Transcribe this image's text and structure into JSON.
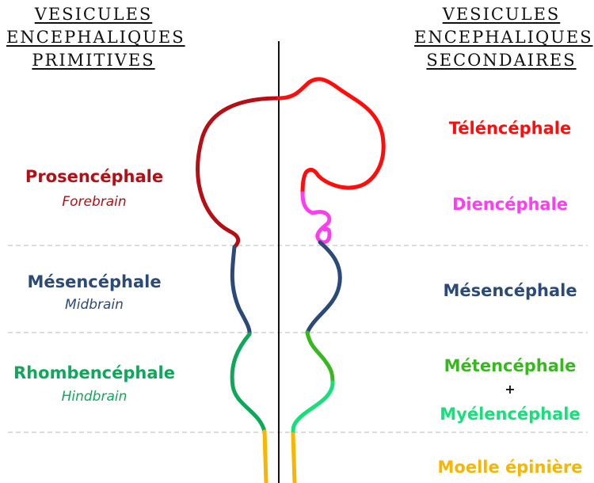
{
  "headers": {
    "primary": [
      "VESICULES",
      "ENCEPHALIQUES",
      "PRIMITIVES"
    ],
    "secondary": [
      "VESICULES",
      "ENCEPHALIQUES",
      "SECONDAIRES"
    ]
  },
  "primary_vesicles": {
    "prosencephale": {
      "name": "Prosencéphale",
      "english": "Forebrain"
    },
    "mesencephale": {
      "name": "Mésencéphale",
      "english": "Midbrain"
    },
    "rhombencephale": {
      "name": "Rhombencéphale",
      "english": "Hindbrain"
    }
  },
  "secondary_vesicles": {
    "telencephale": "Téléncéphale",
    "diencephale": "Diencéphale",
    "mesencephale": "Mésencéphale",
    "metencephale": "Métencéphale",
    "plus": "+",
    "myelencephale": "Myélencéphale",
    "moelle": "Moelle épinière"
  },
  "colors": {
    "prosencephale": "#b30f14",
    "telencephale": "#ff0d0d",
    "diencephale": "#ff3df0",
    "mesencephale": "#2b4a78",
    "rhombencephale": "#0fa85a",
    "metencephale": "#36b81e",
    "myelencephale": "#17e07a",
    "moelle": "#f7b600"
  }
}
